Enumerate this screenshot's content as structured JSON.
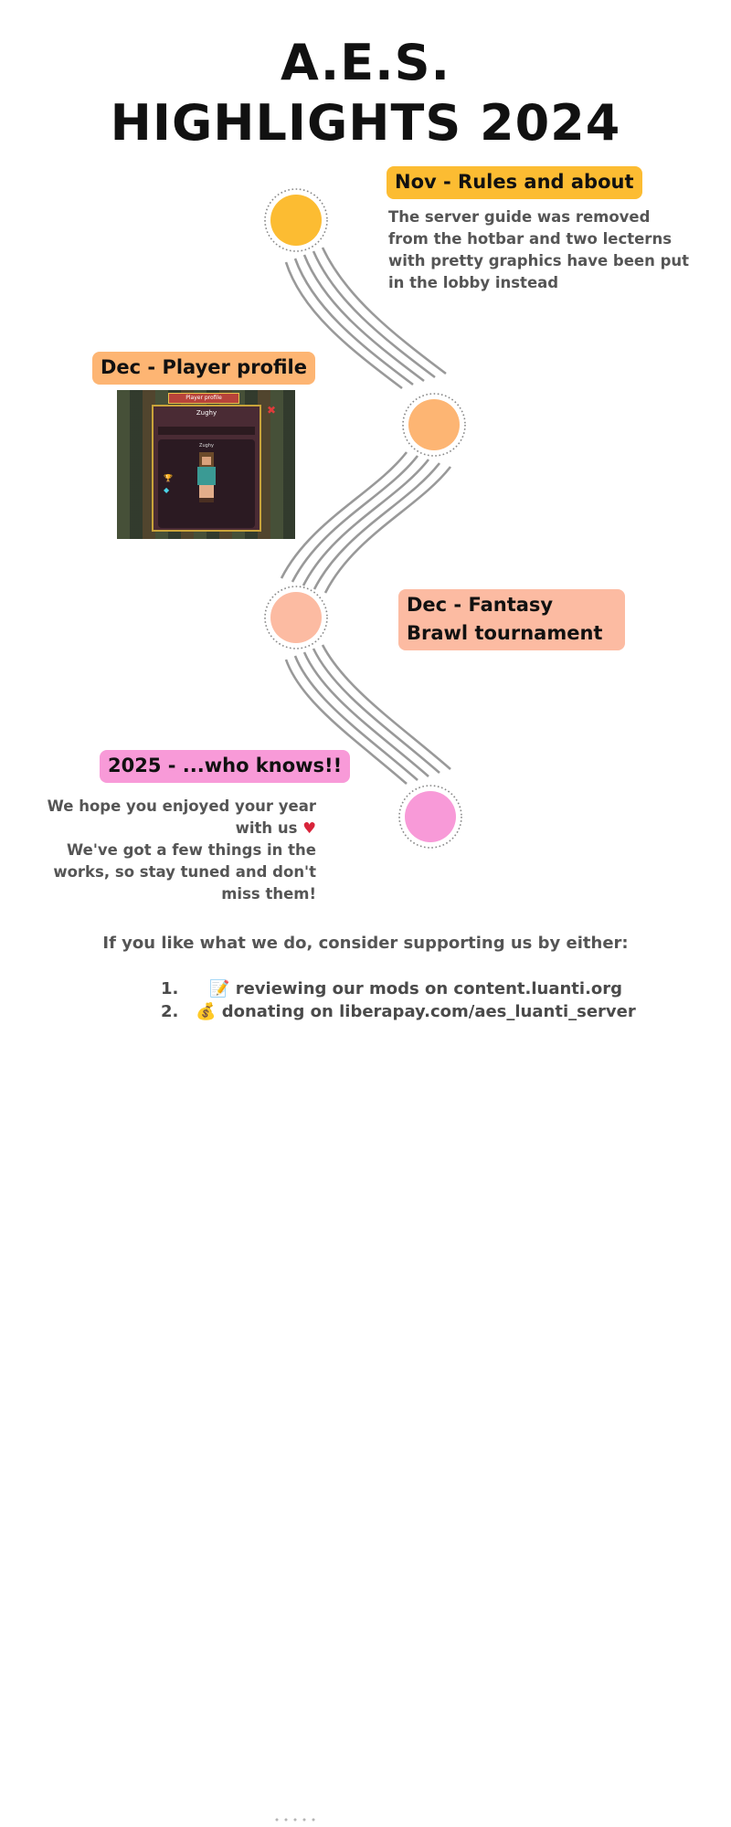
{
  "title": {
    "line1": "A.E.S.",
    "line2": "HIGHLIGHTS 2024"
  },
  "colors": {
    "nov": "#fcbc32",
    "dec_profile": "#fdb573",
    "dec_brawl": "#fcbba2",
    "next_year": "#f89ad8",
    "path": "#999999"
  },
  "timeline": {
    "nov": {
      "label": "Nov - Rules and about",
      "description": "The server guide was removed from the hotbar and two lecterns with pretty graphics have been put in the lobby instead"
    },
    "dec_profile": {
      "label": "Dec - Player profile",
      "screenshot": {
        "header": "Player profile",
        "player_name": "Zughy",
        "inner_name": "Zughy"
      }
    },
    "dec_brawl": {
      "label": "Dec - Fantasy Brawl tournament"
    },
    "next_year": {
      "label": "2025 - ...who knows!!",
      "line1": "We hope you enjoyed your year with us",
      "heart": "♥",
      "line2": "We've got a few things in the works, so stay tuned and don't miss them!"
    }
  },
  "support": {
    "intro": "If you like what we do, consider supporting us by either:",
    "items": [
      {
        "num": "1.",
        "icon": "📝",
        "text": "reviewing our mods on content.luanti.org"
      },
      {
        "num": "2.",
        "icon": "💰",
        "text": "donating on liberapay.com/aes_luanti_server"
      }
    ]
  }
}
